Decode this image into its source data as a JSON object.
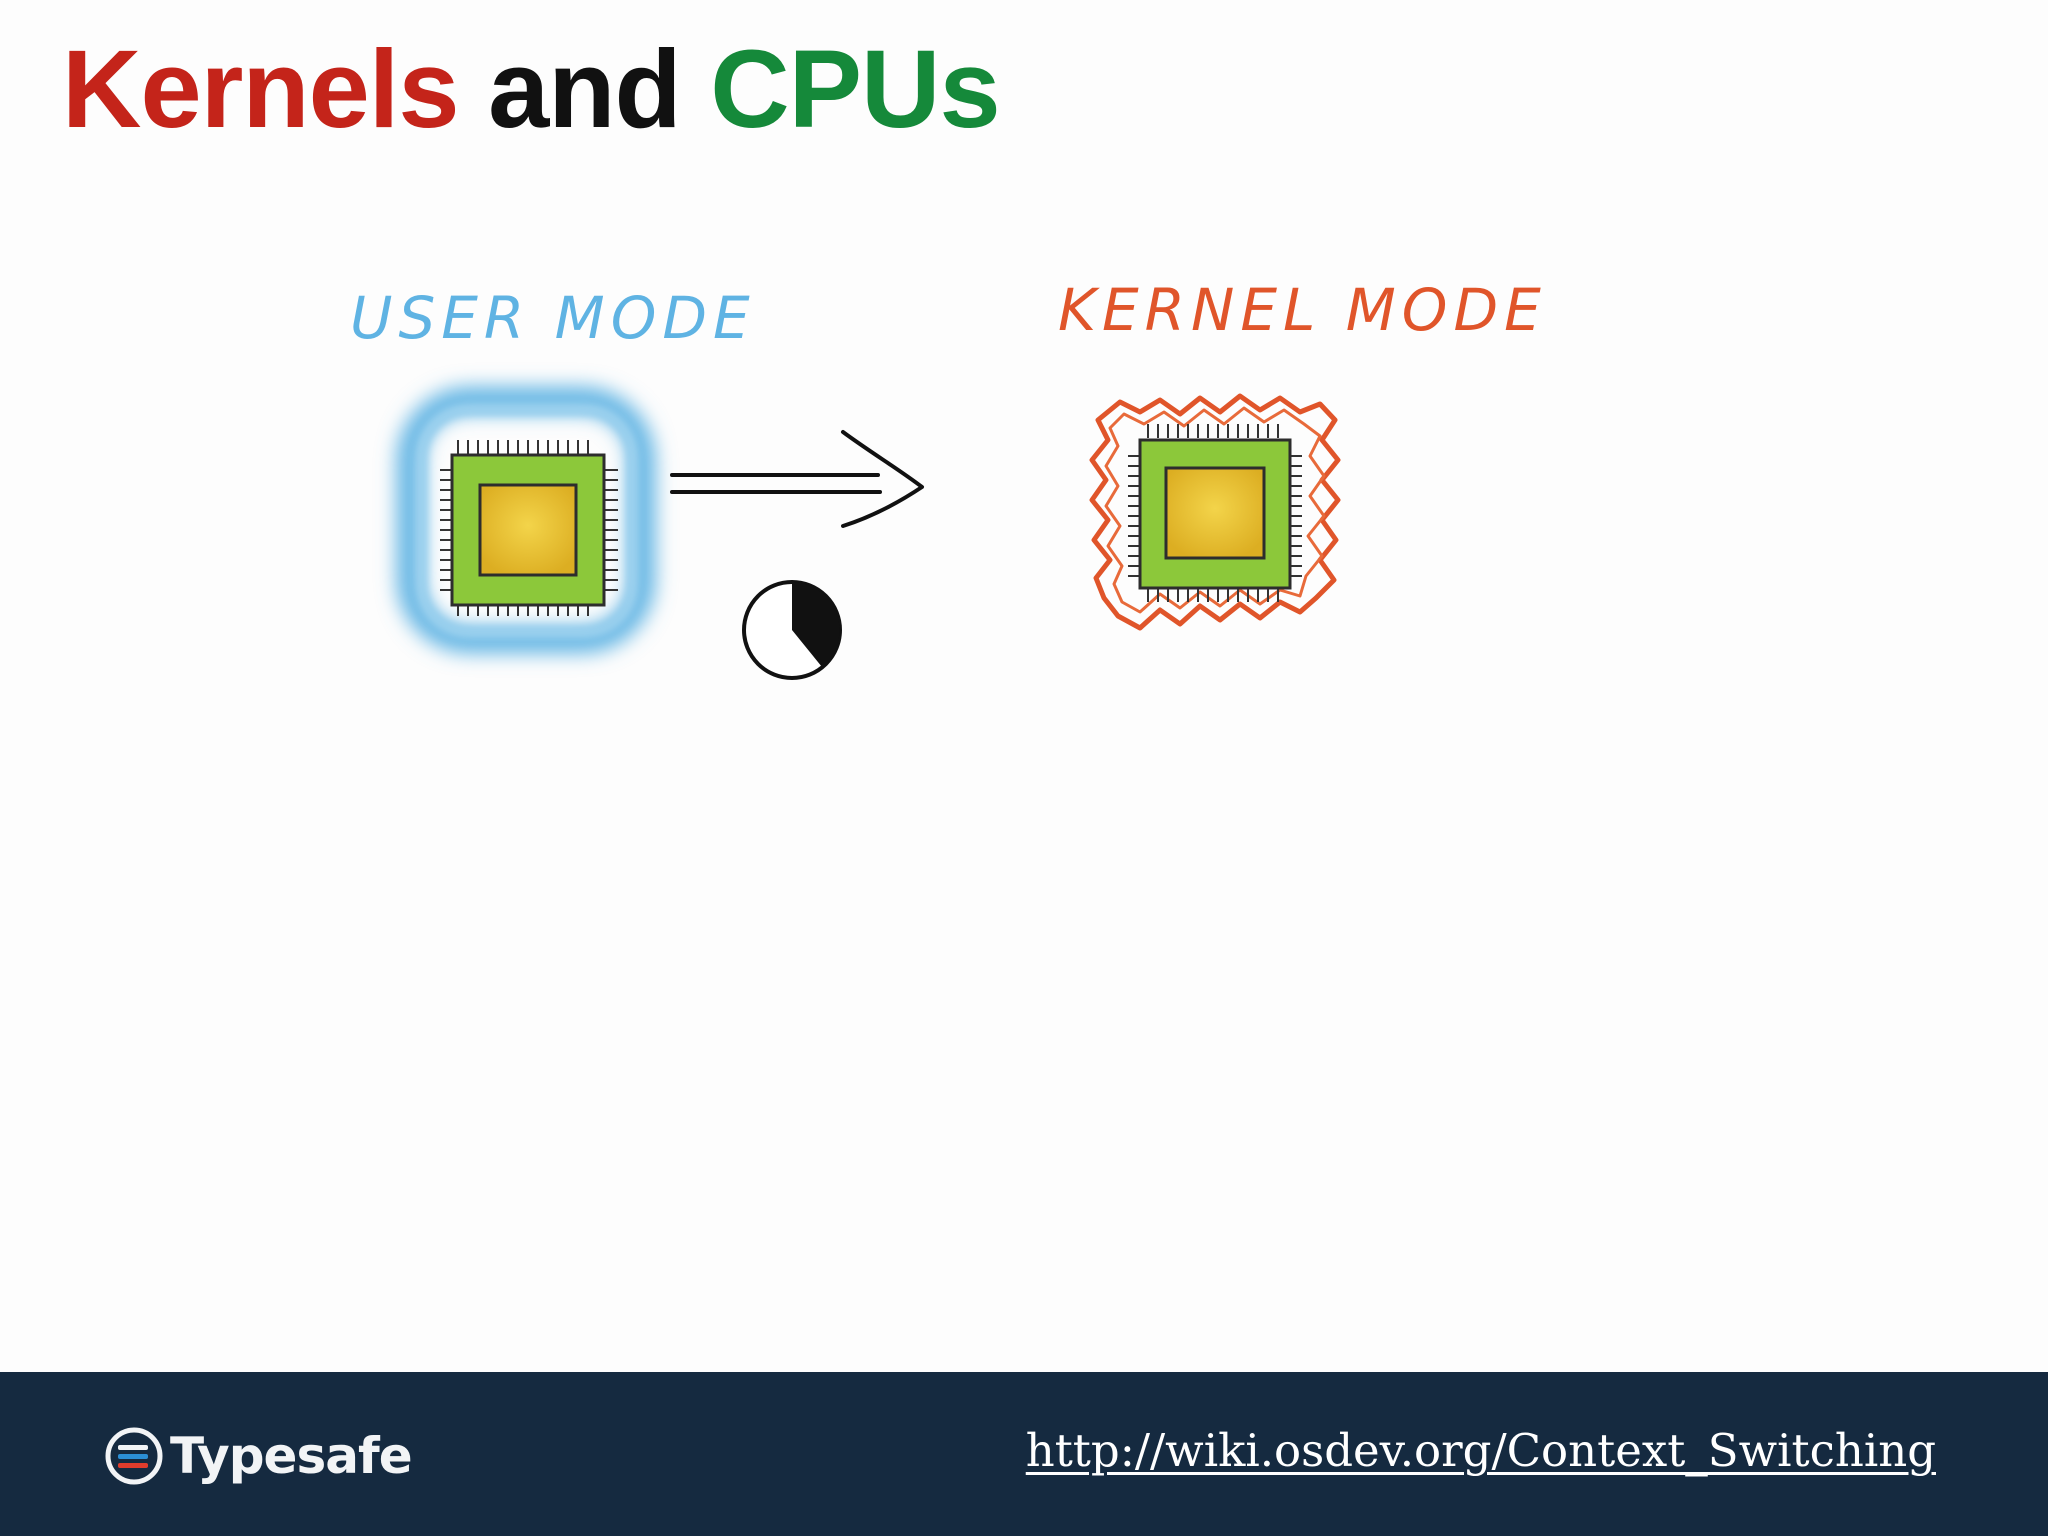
{
  "slide": {
    "title": {
      "part1": "Kernels",
      "part2": " and ",
      "part3": "CPUs"
    }
  },
  "diagram": {
    "user_mode_label": "USER MODE",
    "kernel_mode_label": "KERNEL MODE",
    "timer_icon": "clock-icon",
    "arrow_icon": "double-arrow-icon"
  },
  "footer": {
    "logo_text": "Typesafe",
    "source_link": "http://wiki.osdev.org/Context_Switching"
  },
  "colors": {
    "title_red": "#c4241a",
    "title_green": "#15893a",
    "user_mode_blue": "#5fb3e3",
    "kernel_mode_orange": "#e0552a",
    "chip_green": "#8cc83a",
    "chip_yellow": "#e8c232",
    "footer_navy": "#152a40"
  }
}
